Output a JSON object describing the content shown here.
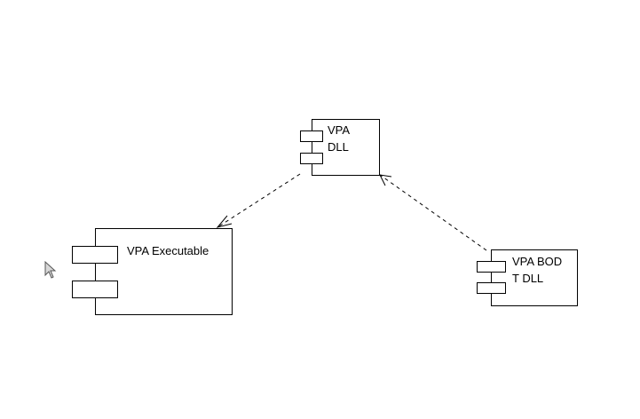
{
  "diagram": {
    "type": "UML component diagram",
    "components": [
      {
        "id": "vpa-dll",
        "name": "VPA\nDLL"
      },
      {
        "id": "vpa-executable",
        "name": "VPA Executable"
      },
      {
        "id": "vpa-bodt-dll",
        "name": "VPA BOD\nT DLL"
      }
    ],
    "dependencies": [
      {
        "from": "vpa-dll",
        "to": "vpa-executable",
        "style": "dashed",
        "arrow": "open"
      },
      {
        "from": "vpa-bodt-dll",
        "to": "vpa-dll",
        "style": "dashed",
        "arrow": "open"
      }
    ]
  },
  "cursor": {
    "icon": "arrow-pointer-icon"
  }
}
